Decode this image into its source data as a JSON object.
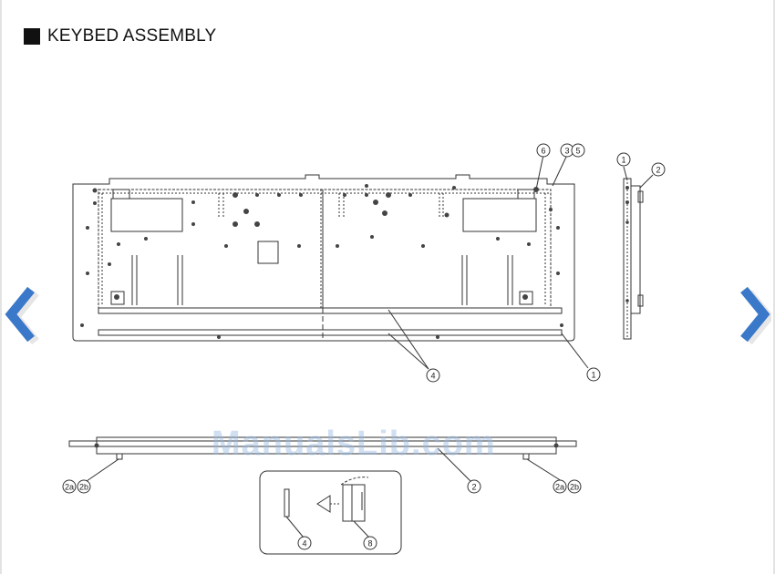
{
  "page": {
    "title": "KEYBED ASSEMBLY",
    "watermark": "ManualsLib.com"
  },
  "callouts": {
    "c_6": "6",
    "c_3": "3",
    "c_5": "5",
    "c_top_1": "1",
    "c_top_2": "2",
    "c_main_4": "4",
    "c_main_1": "1",
    "c_side_2": "2",
    "c_left_2a": "2a",
    "c_left_2b": "2b",
    "c_right_2a": "2a",
    "c_right_2b": "2b",
    "c_detail_4": "4",
    "c_detail_8": "8"
  },
  "icons": {
    "prev": "chevron-left-icon",
    "next": "chevron-right-icon"
  },
  "colors": {
    "arrow": "#3a78c9",
    "line": "#333333"
  }
}
